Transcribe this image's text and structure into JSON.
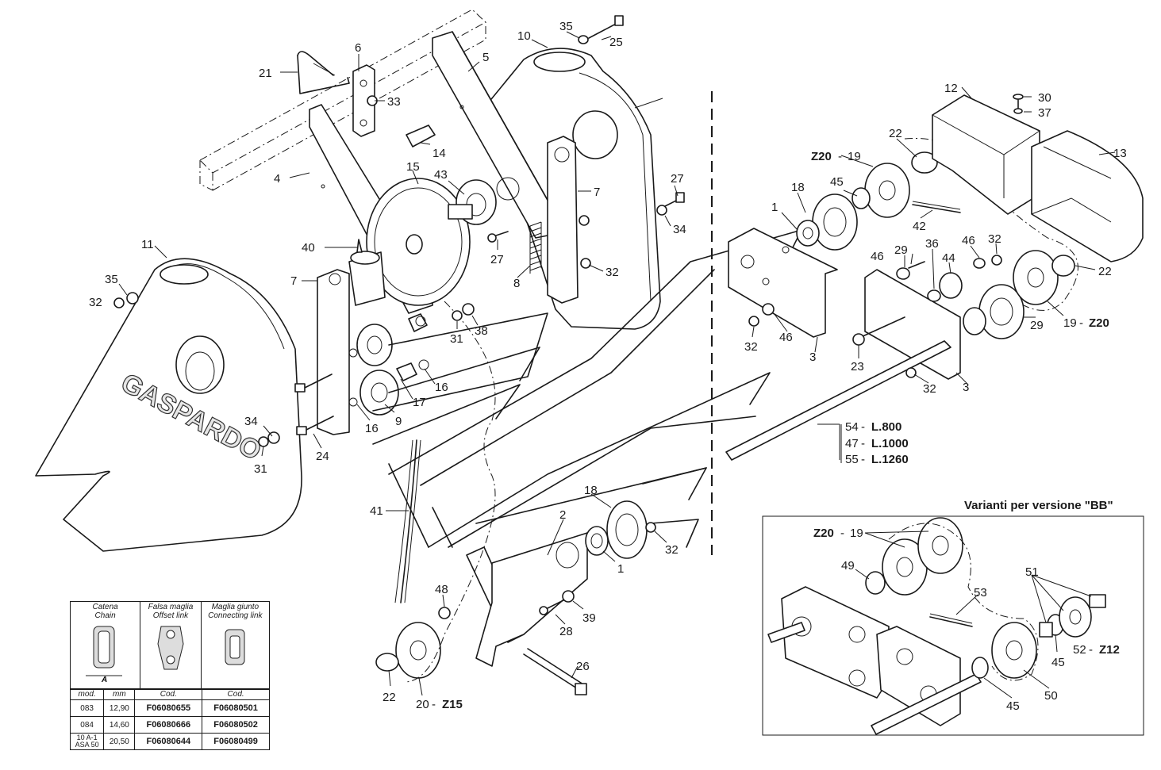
{
  "brand": "GASPARDO",
  "variant_title": "Varianti per versione \"BB\"",
  "part_labels": {
    "p1": "1",
    "p2": "2",
    "p3": "3",
    "p4": "4",
    "p5": "5",
    "p6": "6",
    "p7": "7",
    "p8": "8",
    "p9": "9",
    "p10": "10",
    "p11": "11",
    "p12": "12",
    "p13": "13",
    "p14": "14",
    "p15": "15",
    "p16": "16",
    "p17": "17",
    "p18": "18",
    "p19": "19",
    "p20": "20",
    "p21": "21",
    "p22": "22",
    "p23": "23",
    "p24": "24",
    "p25": "25",
    "p26": "26",
    "p27": "27",
    "p28": "28",
    "p29": "29",
    "p30": "30",
    "p31": "31",
    "p32": "32",
    "p33": "33",
    "p34": "34",
    "p35": "35",
    "p36": "36",
    "p37": "37",
    "p38": "38",
    "p39": "39",
    "p40": "40",
    "p41": "41",
    "p42": "42",
    "p43": "43",
    "p44": "44",
    "p45": "45",
    "p46": "46",
    "p47": "47",
    "p48": "48",
    "p49": "49",
    "p50": "50",
    "p51": "51",
    "p52": "52",
    "p53": "53",
    "p54": "54",
    "p55": "55"
  },
  "teeth": {
    "z20": "Z20",
    "z15": "Z15",
    "z12": "Z12"
  },
  "lengths": {
    "l800": "L.800",
    "l1000": "L.1000",
    "l1260": "L.1260"
  },
  "chain_table": {
    "headers": [
      [
        "Catena",
        "Chain"
      ],
      [
        "Falsa maglia",
        "Offset link"
      ],
      [
        "Maglia giunto",
        "Connecting link"
      ]
    ],
    "dim_label": "A",
    "subheaders": [
      "mod.",
      "mm",
      "Cod.",
      "Cod."
    ],
    "rows": [
      {
        "mod": "083",
        "mm": "12,90",
        "offset": "F06080655",
        "connecting": "F06080501"
      },
      {
        "mod": "084",
        "mm": "14,60",
        "offset": "F06080666",
        "connecting": "F06080502"
      },
      {
        "mod": "10 A-1 ASA 50",
        "mod_line1": "10 A-1",
        "mod_line2": "ASA 50",
        "mm": "20,50",
        "offset": "F06080644",
        "connecting": "F06080499"
      }
    ]
  }
}
